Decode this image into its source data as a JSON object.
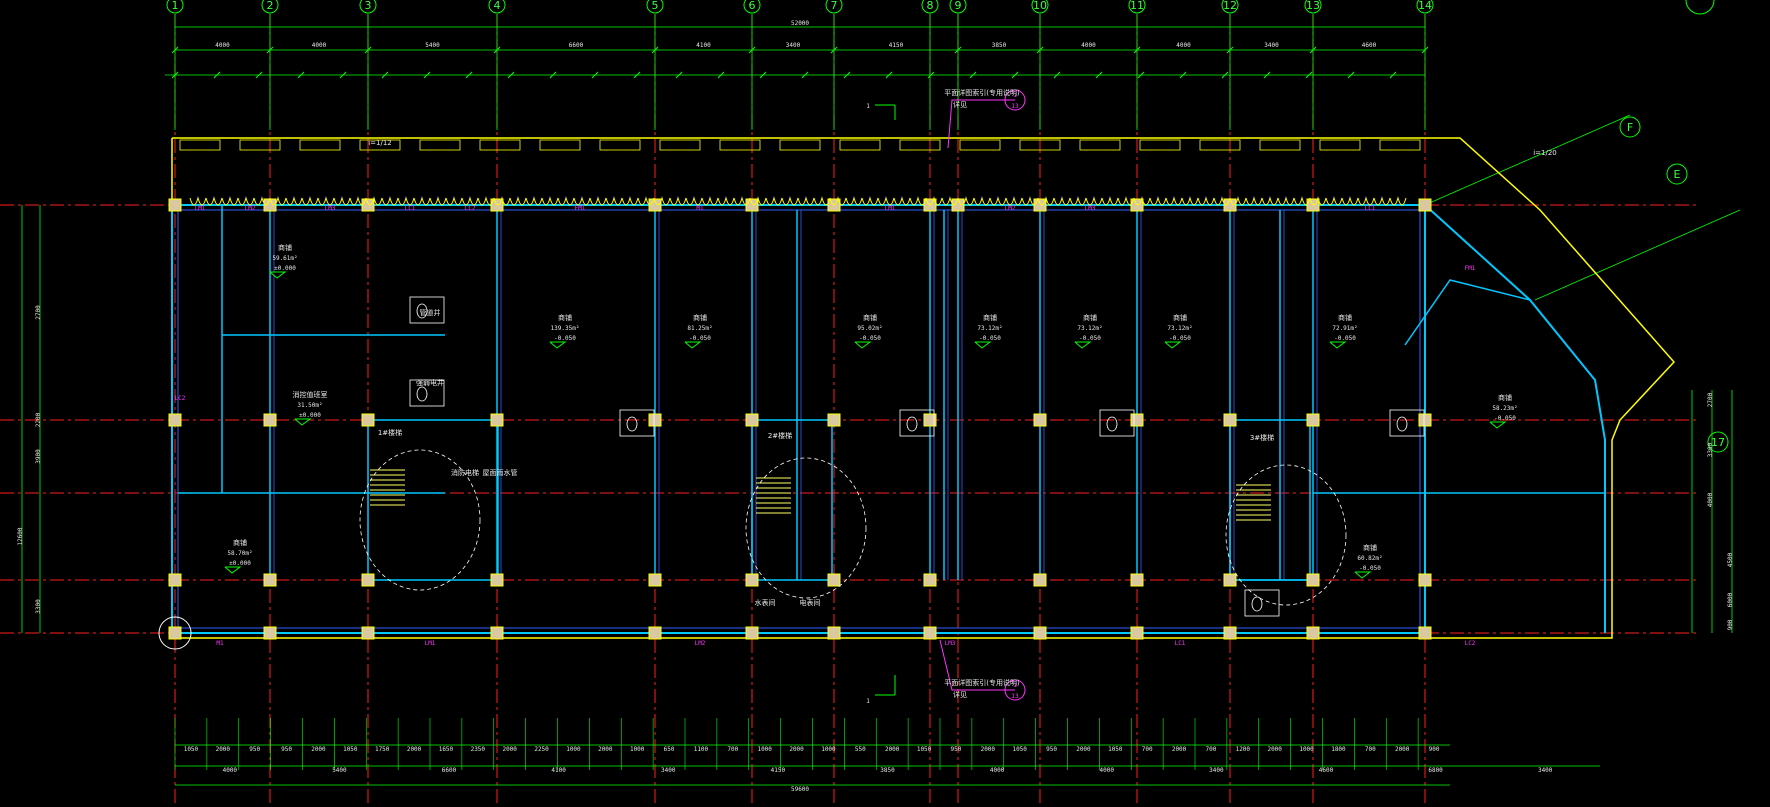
{
  "colors": {
    "background": "#000000",
    "dimension_line": "#00ff00",
    "axis_line": "#ff2020",
    "wall": "#00c8ff",
    "wall_inner": "#3060ff",
    "outline": "#ffff00",
    "tag": "#ff33ff",
    "text": "#e8e8e8"
  },
  "axes_top": [
    "1",
    "2",
    "3",
    "4",
    "5",
    "6",
    "7",
    "8",
    "9",
    "10",
    "11",
    "12",
    "13",
    "14"
  ],
  "axes_right": [
    "F",
    "E",
    "17"
  ],
  "dims_top_total": "52000",
  "dims_top_row1": [
    "4000",
    "4000",
    "5400",
    "6600",
    "4100",
    "3400",
    "4150",
    "3850",
    "4000",
    "4000",
    "3400",
    "4600"
  ],
  "dims_bottom_total": "59600",
  "dims_bottom_row1": [
    "4000",
    "5400",
    "6600",
    "4100",
    "3400",
    "4150",
    "3850",
    "4000",
    "4000",
    "3400",
    "4600",
    "6800",
    "3400"
  ],
  "dims_bottom_row2": [
    "1050",
    "2000",
    "950",
    "950",
    "2000",
    "1050",
    "1750",
    "2000",
    "1650",
    "2350",
    "2000",
    "2250",
    "1000",
    "2000",
    "1000",
    "650",
    "1100",
    "700",
    "1000",
    "2000",
    "1000",
    "550",
    "2000",
    "1050",
    "950",
    "2000",
    "1050",
    "950",
    "2000",
    "1050",
    "700",
    "2000",
    "700",
    "1200",
    "2000",
    "1000",
    "1800",
    "700",
    "2000",
    "900"
  ],
  "dims_left": [
    "2700",
    "3900",
    "12600",
    "3300",
    "2200"
  ],
  "dims_right": [
    "2700",
    "3300",
    "4000",
    "4500",
    "6000",
    "900"
  ],
  "section_mark": "1",
  "callouts": [
    "平面详图索引(专用说明)",
    "详见",
    "1",
    "13"
  ],
  "rooms": [
    {
      "name": "商铺",
      "area": "59.61m²",
      "tag": "±0.000"
    },
    {
      "name": "消控值班室",
      "area": "31.50m²",
      "tag": "±0.000"
    },
    {
      "name": "商铺",
      "area": "58.70m²",
      "tag": "±0.000"
    },
    {
      "name": "商铺",
      "area": "139.35m²",
      "tag": "-0.050"
    },
    {
      "name": "商铺",
      "area": "81.25m²",
      "tag": "-0.050"
    },
    {
      "name": "商铺",
      "area": "95.02m²",
      "tag": "-0.050"
    },
    {
      "name": "商铺",
      "area": "73.12m²",
      "tag": "-0.050"
    },
    {
      "name": "商铺",
      "area": "73.12m²",
      "tag": "-0.050"
    },
    {
      "name": "商铺",
      "area": "73.12m²",
      "tag": "-0.050"
    },
    {
      "name": "商铺",
      "area": "72.91m²",
      "tag": "-0.050"
    },
    {
      "name": "商铺",
      "area": "58.23m²",
      "tag": "-0.050"
    },
    {
      "name": "商铺",
      "area": "60.82m²",
      "tag": "-0.050"
    }
  ],
  "labels": [
    "1#楼梯",
    "2#楼梯",
    "3#楼梯",
    "水表间",
    "电表间",
    "屋面雨水管",
    "管道井",
    "强弱电井",
    "消防电梯",
    "i=1/20",
    "i=1/12"
  ],
  "tags": [
    "LM1",
    "LM2",
    "LM3",
    "LC1",
    "LC2",
    "FM1",
    "M1"
  ]
}
